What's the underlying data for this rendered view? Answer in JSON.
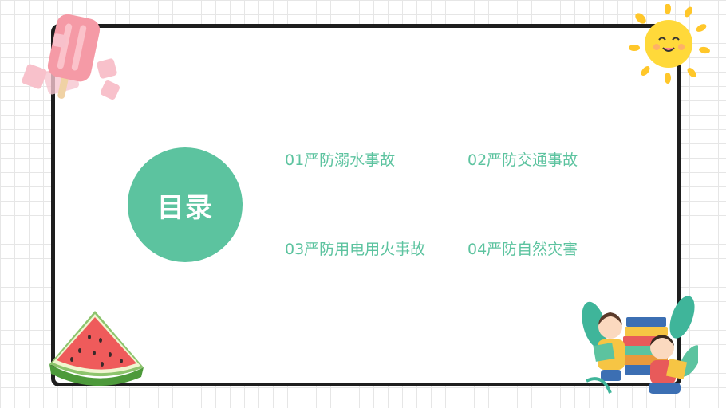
{
  "title": "目录",
  "items": [
    {
      "label": "01严防溺水事故"
    },
    {
      "label": "02严防交通事故"
    },
    {
      "label": "03严防用电用火事故"
    },
    {
      "label": "04严防自然灾害"
    }
  ],
  "colors": {
    "accent": "#5cc39f",
    "frame": "#1e1e1e"
  },
  "icons": [
    "popsicle-icon",
    "sun-icon",
    "watermelon-icon",
    "reading-kids-illustration"
  ]
}
